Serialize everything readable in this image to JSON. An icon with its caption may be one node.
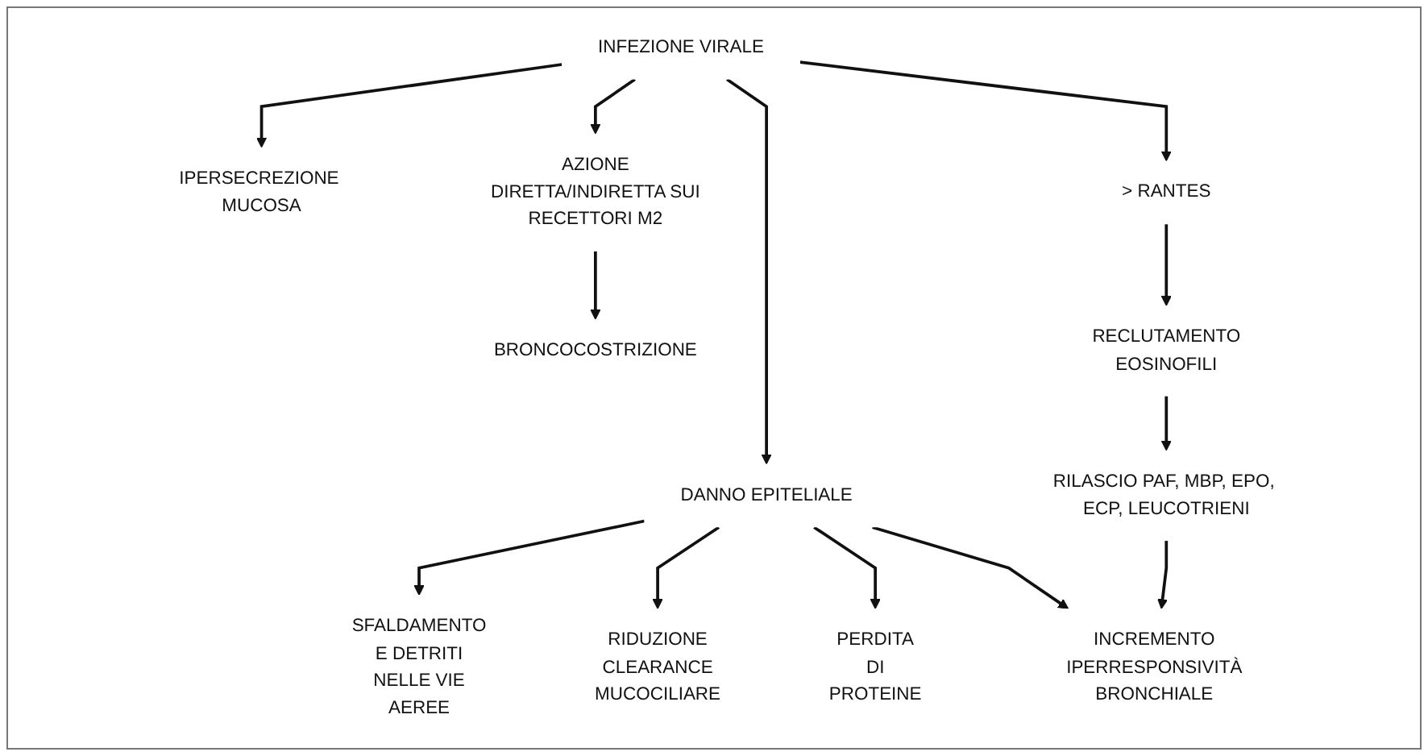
{
  "diagram": {
    "nodes": [
      {
        "text": [
          "INFEZIONE VIRALE"
        ]
      },
      {
        "text": [
          "IPERSECREZIONE MUCOSA"
        ]
      },
      {
        "text": [
          "DANNO EPITELIALE"
        ]
      },
      {
        "text": [
          "> RANTES"
        ]
      },
      {
        "text": [
          "AZIONE DIRETTA/INDIRETTA SUI RECETTORI M2"
        ]
      },
      {
        "text": [
          "BRONCOCOSTRIZIONE"
        ]
      },
      {
        "text": [
          "SFALDAMENTO E DETRITI NELLE VIE AEREE"
        ]
      },
      {
        "text": [
          "PERDITA DI PROTEINE"
        ]
      },
      {
        "text": [
          "RECLUTAMENTO EOSINOFILI"
        ]
      },
      {
        "text": [
          "RIDUZIONE CLEARANCE MUCOCILIARE"
        ]
      },
      {
        "text": [
          "INCREMENTO IPERRESPONSIVITÀ BRONCHIALE"
        ]
      },
      {
        "text": [
          "RILASCIO PAF, MBP, EPO, ECP, LEUCOTRIENI"
        ]
      }
    ],
    "edges": [
      {
        "from": 0,
        "to": 1,
        "arrow": "to"
      },
      {
        "from": 0,
        "to": 2,
        "arrow": "to"
      },
      {
        "from": 0,
        "to": 3,
        "arrow": "to"
      },
      {
        "from": 0,
        "to": 4,
        "arrow": "to"
      },
      {
        "from": 4,
        "to": 5,
        "arrow": "to"
      },
      {
        "from": 2,
        "to": 6,
        "arrow": "to"
      },
      {
        "from": 2,
        "to": 9,
        "arrow": "to"
      },
      {
        "from": 2,
        "to": 7,
        "arrow": "to"
      },
      {
        "from": 2,
        "to": 10,
        "arrow": "to"
      },
      {
        "from": 3,
        "to": 8,
        "arrow": "to"
      },
      {
        "from": 8,
        "to": 11,
        "arrow": "to"
      },
      {
        "from": 11,
        "to": 10,
        "arrow": "to"
      }
    ]
  }
}
